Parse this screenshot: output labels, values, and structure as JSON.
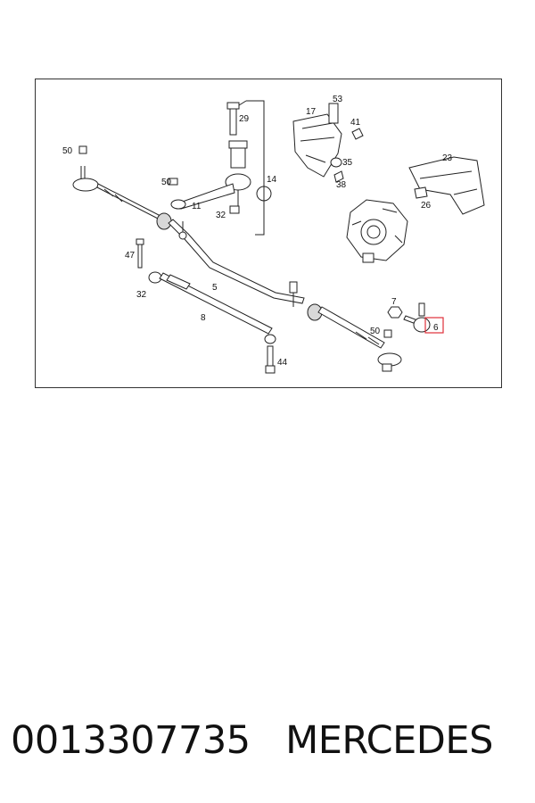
{
  "diagram": {
    "callouts": [
      "50",
      "29",
      "53",
      "17",
      "41",
      "35",
      "38",
      "23",
      "50",
      "14",
      "11",
      "32",
      "26",
      "47",
      "5",
      "32",
      "8",
      "7",
      "50",
      "6",
      "44"
    ],
    "highlight_color": "#e0303a"
  },
  "caption": {
    "part_number": "0013307735",
    "brand": "MERCEDES"
  }
}
